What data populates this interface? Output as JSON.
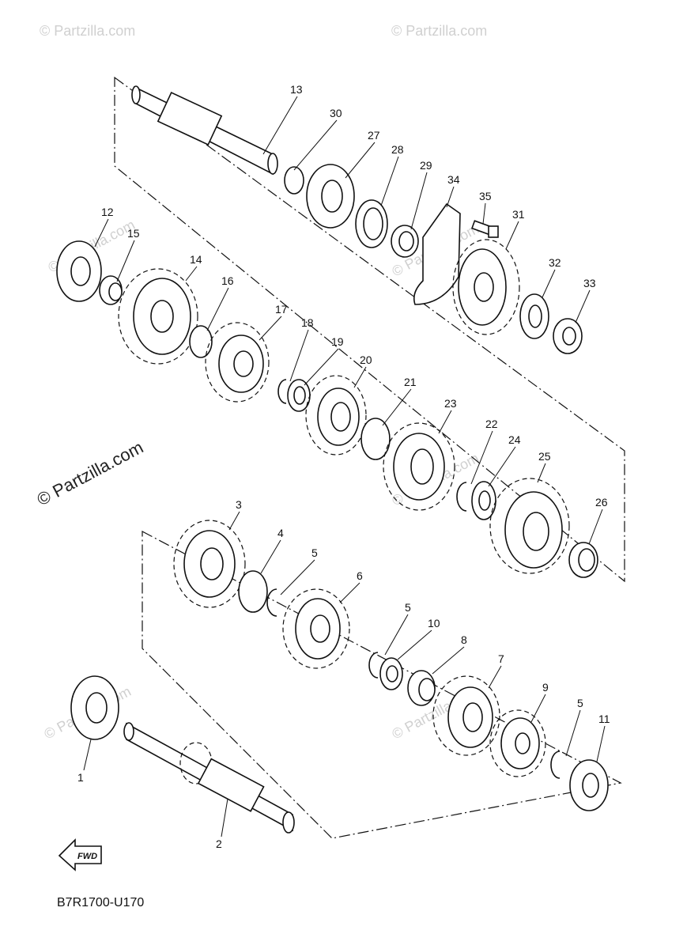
{
  "watermark": {
    "main": "© Partzilla.com",
    "repeat": "© Partzilla.com"
  },
  "diagram_code": "B7R1700-U170",
  "fwd_label": "FWD",
  "callouts": {
    "p1": "1",
    "p2": "2",
    "p3": "3",
    "p4": "4",
    "p5a": "5",
    "p5b": "5",
    "p5c": "5",
    "p6": "6",
    "p7": "7",
    "p8": "8",
    "p9": "9",
    "p10": "10",
    "p11": "11",
    "p12": "12",
    "p13": "13",
    "p14": "14",
    "p15": "15",
    "p16": "16",
    "p17": "17",
    "p18": "18",
    "p19": "19",
    "p20": "20",
    "p21": "21",
    "p22": "22",
    "p23": "23",
    "p24": "24",
    "p25": "25",
    "p26": "26",
    "p27": "27",
    "p28": "28",
    "p29": "29",
    "p30": "30",
    "p31": "31",
    "p32": "32",
    "p33": "33",
    "p34": "34",
    "p35": "35"
  }
}
